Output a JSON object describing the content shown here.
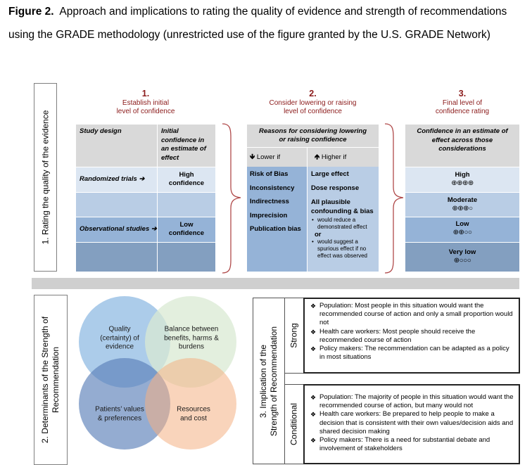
{
  "caption": {
    "label": "Figure 2.",
    "text": "Approach and implications to rating the quality of evidence and strength of recommendations using the GRADE methodology (unrestricted use of the figure granted by the U.S. GRADE Network)"
  },
  "section1": {
    "side_label": "1. Rating the quality of the evidence",
    "step1": {
      "number": "1.",
      "title_line1": "Establish initial",
      "title_line2": "level of confidence",
      "col1_header": "Study design",
      "col2_header": "Initial confidence in an estimate of effect",
      "rows": [
        {
          "design": "Randomized trials ➔",
          "confidence": "High confidence"
        },
        {
          "design": "",
          "confidence": ""
        },
        {
          "design": "Observational studies ➔",
          "confidence": "Low confidence"
        },
        {
          "design": "",
          "confidence": ""
        }
      ]
    },
    "step2": {
      "number": "2.",
      "title_line1": "Consider lowering or raising",
      "title_line2": "level of confidence",
      "header": "Reasons for considering lowering or raising confidence",
      "lower_label": "Lower if",
      "higher_label": "Higher if",
      "lower_items": [
        "Risk of Bias",
        "Inconsistency",
        "Indirectness",
        "Imprecision",
        "Publication bias"
      ],
      "higher_items": [
        "Large effect",
        "Dose response",
        "All plausible confounding & bias"
      ],
      "higher_sub": {
        "bullet1": "would reduce a demonstrated effect",
        "or": "or",
        "bullet2": "would suggest a spurious effect if no effect was observed"
      }
    },
    "step3": {
      "number": "3.",
      "title_line1": "Final level of",
      "title_line2": "confidence rating",
      "header": "Confidence in an estimate of effect across those considerations",
      "levels": [
        {
          "label": "High",
          "symbols": "⊕⊕⊕⊕"
        },
        {
          "label": "Moderate",
          "symbols": "⊕⊕⊕○"
        },
        {
          "label": "Low",
          "symbols": "⊕⊕○○"
        },
        {
          "label": "Very low",
          "symbols": "⊕○○○"
        }
      ]
    }
  },
  "section2": {
    "side_label_line1": "2. Determinants of the Strength of",
    "side_label_line2": "Recommendation",
    "venn": [
      {
        "label": "Quality (certainty) of evidence",
        "color": "#9dc3e6"
      },
      {
        "label": "Balance between benefits, harms & burdens",
        "color": "#d9ead3"
      },
      {
        "label": "Patients’ values & preferences",
        "color": "#7f9bc8"
      },
      {
        "label": "Resources and cost",
        "color": "#f8cbad"
      }
    ]
  },
  "section3": {
    "side_label_line1": "3. Implication of the",
    "side_label_line2": "Strength of Recommendation",
    "strong": {
      "label": "Strong",
      "items": [
        "Population: Most people in this situation would want the recommended course of action and only a small proportion would not",
        "Health care workers: Most people should receive the recommended course of action",
        "Policy makers: The recommendation can be adapted as a policy in most situations"
      ]
    },
    "conditional": {
      "label": "Conditional",
      "items": [
        "Population: The majority of people in this situation would want the recommended course of action, but many would not",
        "Health care workers: Be prepared to help people to make a decision that is consistent with their own values/decision aids and shared decision making",
        "Policy makers: There is a need for substantial debate and involvement of stakeholders"
      ]
    }
  },
  "icons": {
    "bullet": "❖",
    "arrow_down": "🡫",
    "arrow_up": "🡩"
  },
  "colors": {
    "accent": "#8b1a1a",
    "header_gray": "#d9d9d9",
    "row1": "#dce6f2",
    "row2": "#b9cde5",
    "row3": "#95b3d7",
    "row4": "#839fc0"
  }
}
